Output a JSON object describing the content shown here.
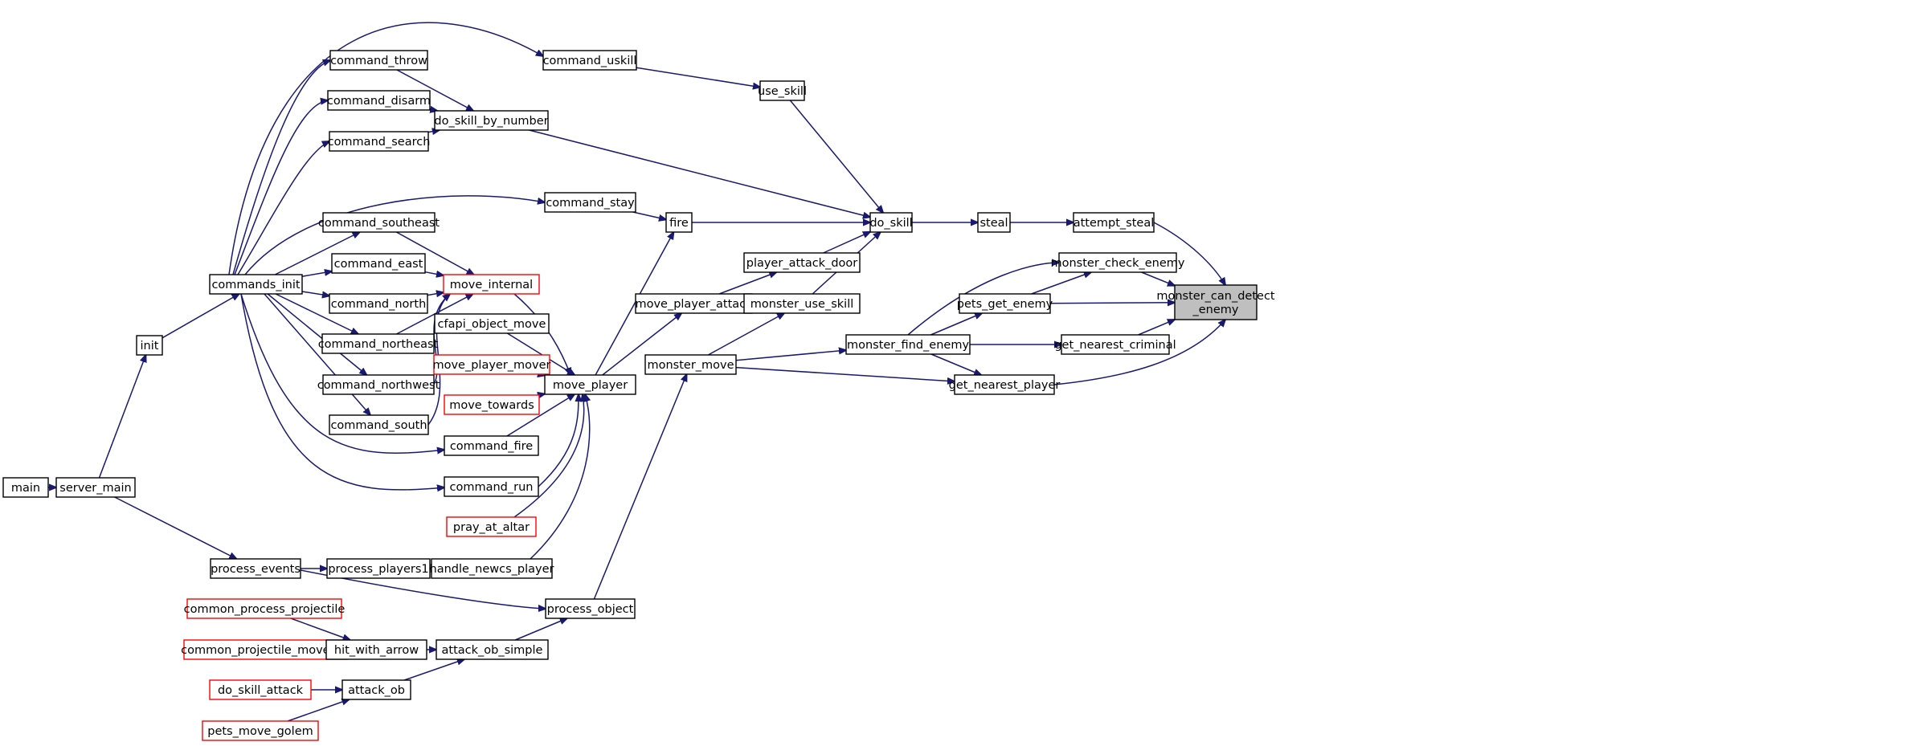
{
  "graph": {
    "nodes": [
      {
        "id": "main",
        "label": "main",
        "style": "normal"
      },
      {
        "id": "server_main",
        "label": "server_main",
        "style": "normal"
      },
      {
        "id": "init",
        "label": "init",
        "style": "normal"
      },
      {
        "id": "process_events",
        "label": "process_events",
        "style": "normal"
      },
      {
        "id": "commands_init",
        "label": "commands_init",
        "style": "normal"
      },
      {
        "id": "common_process_projectile",
        "label": "common_process_projectile",
        "style": "red"
      },
      {
        "id": "common_projectile_move_on",
        "label": "common_projectile_move_on",
        "style": "red"
      },
      {
        "id": "do_skill_attack",
        "label": "do_skill_attack",
        "style": "red"
      },
      {
        "id": "pets_move_golem",
        "label": "pets_move_golem",
        "style": "red"
      },
      {
        "id": "command_throw",
        "label": "command_throw",
        "style": "normal"
      },
      {
        "id": "command_disarm",
        "label": "command_disarm",
        "style": "normal"
      },
      {
        "id": "command_search",
        "label": "command_search",
        "style": "normal"
      },
      {
        "id": "command_southeast",
        "label": "command_southeast",
        "style": "normal"
      },
      {
        "id": "command_east",
        "label": "command_east",
        "style": "normal"
      },
      {
        "id": "command_north",
        "label": "command_north",
        "style": "normal"
      },
      {
        "id": "command_northeast",
        "label": "command_northeast",
        "style": "normal"
      },
      {
        "id": "command_northwest",
        "label": "command_northwest",
        "style": "normal"
      },
      {
        "id": "command_south",
        "label": "command_south",
        "style": "normal"
      },
      {
        "id": "process_players1",
        "label": "process_players1",
        "style": "normal"
      },
      {
        "id": "hit_with_arrow",
        "label": "hit_with_arrow",
        "style": "normal"
      },
      {
        "id": "attack_ob",
        "label": "attack_ob",
        "style": "normal"
      },
      {
        "id": "do_skill_by_number",
        "label": "do_skill_by_number",
        "style": "normal"
      },
      {
        "id": "move_internal",
        "label": "move_internal",
        "style": "red"
      },
      {
        "id": "cfapi_object_move",
        "label": "cfapi_object_move",
        "style": "normal"
      },
      {
        "id": "move_player_mover",
        "label": "move_player_mover",
        "style": "red"
      },
      {
        "id": "move_towards",
        "label": "move_towards",
        "style": "red"
      },
      {
        "id": "command_fire",
        "label": "command_fire",
        "style": "normal"
      },
      {
        "id": "command_run",
        "label": "command_run",
        "style": "normal"
      },
      {
        "id": "pray_at_altar",
        "label": "pray_at_altar",
        "style": "red"
      },
      {
        "id": "handle_newcs_player",
        "label": "handle_newcs_player",
        "style": "normal"
      },
      {
        "id": "attack_ob_simple",
        "label": "attack_ob_simple",
        "style": "normal"
      },
      {
        "id": "command_uskill",
        "label": "command_uskill",
        "style": "normal"
      },
      {
        "id": "command_stay",
        "label": "command_stay",
        "style": "normal"
      },
      {
        "id": "move_player",
        "label": "move_player",
        "style": "normal"
      },
      {
        "id": "process_object",
        "label": "process_object",
        "style": "normal"
      },
      {
        "id": "move_player_attack",
        "label": "move_player_attack",
        "style": "normal"
      },
      {
        "id": "fire",
        "label": "fire",
        "style": "normal"
      },
      {
        "id": "monster_move",
        "label": "monster_move",
        "style": "normal"
      },
      {
        "id": "use_skill",
        "label": "use_skill",
        "style": "normal"
      },
      {
        "id": "player_attack_door",
        "label": "player_attack_door",
        "style": "normal"
      },
      {
        "id": "monster_use_skill",
        "label": "monster_use_skill",
        "style": "normal"
      },
      {
        "id": "do_skill",
        "label": "do_skill",
        "style": "normal"
      },
      {
        "id": "monster_find_enemy",
        "label": "monster_find_enemy",
        "style": "normal"
      },
      {
        "id": "steal",
        "label": "steal",
        "style": "normal"
      },
      {
        "id": "pets_get_enemy",
        "label": "pets_get_enemy",
        "style": "normal"
      },
      {
        "id": "get_nearest_player",
        "label": "get_nearest_player",
        "style": "normal"
      },
      {
        "id": "attempt_steal",
        "label": "attempt_steal",
        "style": "normal"
      },
      {
        "id": "monster_check_enemy",
        "label": "monster_check_enemy",
        "style": "normal"
      },
      {
        "id": "get_nearest_criminal",
        "label": "get_nearest_criminal",
        "style": "normal"
      },
      {
        "id": "monster_can_detect_enemy",
        "label": "monster_can_detect\n_enemy",
        "style": "focus"
      }
    ],
    "edges": [
      {
        "from": "main",
        "to": "server_main"
      },
      {
        "from": "server_main",
        "to": "init"
      },
      {
        "from": "server_main",
        "to": "process_events"
      },
      {
        "from": "init",
        "to": "commands_init"
      },
      {
        "from": "process_events",
        "to": "process_players1"
      },
      {
        "from": "process_events",
        "to": "process_object"
      },
      {
        "from": "process_players1",
        "to": "handle_newcs_player"
      },
      {
        "from": "handle_newcs_player",
        "to": "move_player"
      },
      {
        "from": "commands_init",
        "to": "command_throw"
      },
      {
        "from": "commands_init",
        "to": "command_disarm"
      },
      {
        "from": "commands_init",
        "to": "command_search"
      },
      {
        "from": "commands_init",
        "to": "command_southeast"
      },
      {
        "from": "commands_init",
        "to": "command_east"
      },
      {
        "from": "commands_init",
        "to": "command_north"
      },
      {
        "from": "commands_init",
        "to": "command_northeast"
      },
      {
        "from": "commands_init",
        "to": "command_northwest"
      },
      {
        "from": "commands_init",
        "to": "command_south"
      },
      {
        "from": "commands_init",
        "to": "command_uskill"
      },
      {
        "from": "commands_init",
        "to": "command_stay"
      },
      {
        "from": "commands_init",
        "to": "command_fire"
      },
      {
        "from": "commands_init",
        "to": "command_run"
      },
      {
        "from": "command_throw",
        "to": "do_skill_by_number"
      },
      {
        "from": "command_disarm",
        "to": "do_skill_by_number"
      },
      {
        "from": "command_search",
        "to": "do_skill_by_number"
      },
      {
        "from": "command_southeast",
        "to": "move_internal"
      },
      {
        "from": "command_east",
        "to": "move_internal"
      },
      {
        "from": "command_north",
        "to": "move_internal"
      },
      {
        "from": "command_northeast",
        "to": "move_internal"
      },
      {
        "from": "command_northwest",
        "to": "move_internal"
      },
      {
        "from": "command_south",
        "to": "move_internal"
      },
      {
        "from": "move_internal",
        "to": "move_player"
      },
      {
        "from": "cfapi_object_move",
        "to": "move_player"
      },
      {
        "from": "move_player_mover",
        "to": "move_player"
      },
      {
        "from": "move_towards",
        "to": "move_player"
      },
      {
        "from": "command_fire",
        "to": "move_player"
      },
      {
        "from": "command_run",
        "to": "move_player"
      },
      {
        "from": "pray_at_altar",
        "to": "move_player"
      },
      {
        "from": "common_process_projectile",
        "to": "hit_with_arrow"
      },
      {
        "from": "common_projectile_move_on",
        "to": "hit_with_arrow"
      },
      {
        "from": "hit_with_arrow",
        "to": "attack_ob_simple"
      },
      {
        "from": "do_skill_attack",
        "to": "attack_ob"
      },
      {
        "from": "pets_move_golem",
        "to": "attack_ob"
      },
      {
        "from": "attack_ob",
        "to": "attack_ob_simple"
      },
      {
        "from": "attack_ob_simple",
        "to": "process_object"
      },
      {
        "from": "process_object",
        "to": "monster_move"
      },
      {
        "from": "command_uskill",
        "to": "use_skill"
      },
      {
        "from": "command_stay",
        "to": "fire"
      },
      {
        "from": "move_player",
        "to": "fire"
      },
      {
        "from": "move_player",
        "to": "move_player_attack"
      },
      {
        "from": "move_player_attack",
        "to": "player_attack_door"
      },
      {
        "from": "monster_move",
        "to": "monster_use_skill"
      },
      {
        "from": "monster_move",
        "to": "monster_find_enemy"
      },
      {
        "from": "monster_move",
        "to": "get_nearest_player"
      },
      {
        "from": "use_skill",
        "to": "do_skill"
      },
      {
        "from": "do_skill_by_number",
        "to": "do_skill"
      },
      {
        "from": "fire",
        "to": "do_skill"
      },
      {
        "from": "player_attack_door",
        "to": "do_skill"
      },
      {
        "from": "monster_use_skill",
        "to": "do_skill"
      },
      {
        "from": "do_skill",
        "to": "steal"
      },
      {
        "from": "steal",
        "to": "attempt_steal"
      },
      {
        "from": "monster_find_enemy",
        "to": "monster_check_enemy"
      },
      {
        "from": "monster_find_enemy",
        "to": "pets_get_enemy"
      },
      {
        "from": "monster_find_enemy",
        "to": "get_nearest_criminal"
      },
      {
        "from": "monster_find_enemy",
        "to": "get_nearest_player"
      },
      {
        "from": "pets_get_enemy",
        "to": "monster_check_enemy"
      },
      {
        "from": "attempt_steal",
        "to": "monster_can_detect_enemy"
      },
      {
        "from": "monster_check_enemy",
        "to": "monster_can_detect_enemy"
      },
      {
        "from": "pets_get_enemy",
        "to": "monster_can_detect_enemy"
      },
      {
        "from": "get_nearest_criminal",
        "to": "monster_can_detect_enemy"
      },
      {
        "from": "get_nearest_player",
        "to": "monster_can_detect_enemy"
      }
    ]
  }
}
